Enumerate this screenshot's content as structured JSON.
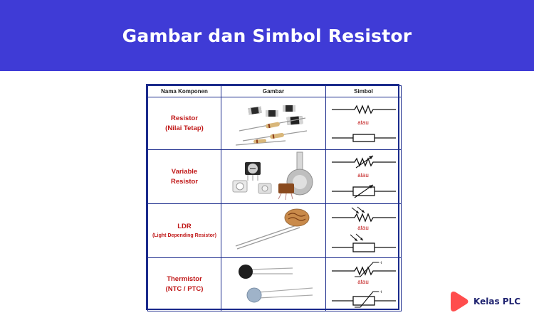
{
  "banner": {
    "title": "Gambar dan Simbol Resistor"
  },
  "table": {
    "headers": [
      "Nama Komponen",
      "Gambar",
      "Simbol"
    ],
    "rows": [
      {
        "name_line1": "Resistor",
        "name_line2": "(Nilai Tetap)",
        "sub": "",
        "separator": "atau"
      },
      {
        "name_line1": "Variable",
        "name_line2": "Resistor",
        "sub": "",
        "separator": "atau"
      },
      {
        "name_line1": "LDR",
        "name_line2": "",
        "sub": "(Light Depending Resistor)",
        "separator": "atau"
      },
      {
        "name_line1": "Thermistor",
        "name_line2": "(NTC / PTC)",
        "sub": "",
        "separator": "atau"
      }
    ],
    "colors": {
      "border": "#1b2b8c",
      "name_text": "#c01818",
      "atau_text": "#c01818"
    }
  },
  "brand": {
    "name": "Kelas PLC",
    "logo_icon": "play-triangle-icon",
    "colors": {
      "logo": "#ff4d4d",
      "text": "#1f2370"
    }
  },
  "colors": {
    "banner_bg": "#3f3bd6",
    "banner_text": "#ffffff"
  }
}
